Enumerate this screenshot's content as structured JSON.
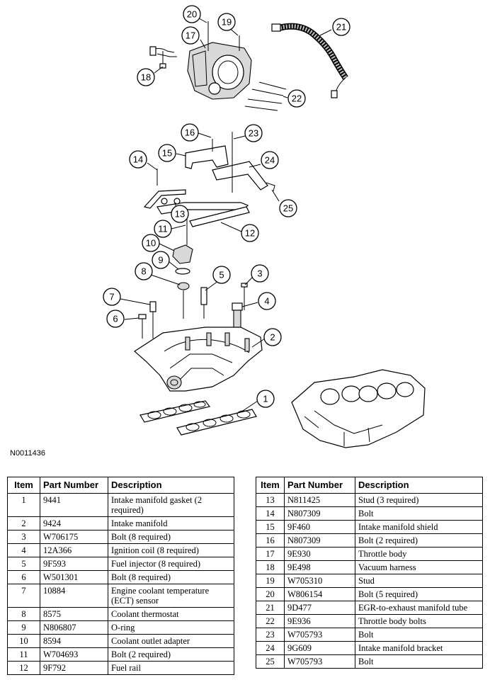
{
  "figure_id": "N0011436",
  "table_headers": {
    "item": "Item",
    "part_number": "Part Number",
    "description": "Description"
  },
  "parts_left": [
    {
      "item": "1",
      "part_number": "9441",
      "description": "Intake manifold gasket (2 required)"
    },
    {
      "item": "2",
      "part_number": "9424",
      "description": "Intake manifold"
    },
    {
      "item": "3",
      "part_number": "W706175",
      "description": "Bolt (8 required)"
    },
    {
      "item": "4",
      "part_number": "12A366",
      "description": "Ignition coil (8 required)"
    },
    {
      "item": "5",
      "part_number": "9F593",
      "description": "Fuel injector (8 required)"
    },
    {
      "item": "6",
      "part_number": "W501301",
      "description": "Bolt (8 required)"
    },
    {
      "item": "7",
      "part_number": "10884",
      "description": "Engine coolant temperature (ECT) sensor"
    },
    {
      "item": "8",
      "part_number": "8575",
      "description": "Coolant thermostat"
    },
    {
      "item": "9",
      "part_number": "N806807",
      "description": "O-ring"
    },
    {
      "item": "10",
      "part_number": "8594",
      "description": "Coolant outlet adapter"
    },
    {
      "item": "11",
      "part_number": "W704693",
      "description": "Bolt (2 required)"
    },
    {
      "item": "12",
      "part_number": "9F792",
      "description": "Fuel rail"
    }
  ],
  "parts_right": [
    {
      "item": "13",
      "part_number": "N811425",
      "description": "Stud (3 required)"
    },
    {
      "item": "14",
      "part_number": "N807309",
      "description": "Bolt"
    },
    {
      "item": "15",
      "part_number": "9F460",
      "description": "Intake manifold shield"
    },
    {
      "item": "16",
      "part_number": "N807309",
      "description": "Bolt (2 required)"
    },
    {
      "item": "17",
      "part_number": "9E930",
      "description": "Throttle body"
    },
    {
      "item": "18",
      "part_number": "9E498",
      "description": "Vacuum harness"
    },
    {
      "item": "19",
      "part_number": "W705310",
      "description": "Stud"
    },
    {
      "item": "20",
      "part_number": "W806154",
      "description": "Bolt (5 required)"
    },
    {
      "item": "21",
      "part_number": "9D477",
      "description": "EGR-to-exhaust manifold tube"
    },
    {
      "item": "22",
      "part_number": "9E936",
      "description": "Throttle body bolts"
    },
    {
      "item": "23",
      "part_number": "W705793",
      "description": "Bolt"
    },
    {
      "item": "24",
      "part_number": "9G609",
      "description": "Intake manifold bracket"
    },
    {
      "item": "25",
      "part_number": "W705793",
      "description": "Bolt"
    }
  ],
  "callouts": [
    "1",
    "2",
    "3",
    "4",
    "5",
    "6",
    "7",
    "8",
    "9",
    "10",
    "11",
    "12",
    "13",
    "14",
    "15",
    "16",
    "17",
    "18",
    "19",
    "20",
    "21",
    "22",
    "23",
    "24",
    "25"
  ]
}
